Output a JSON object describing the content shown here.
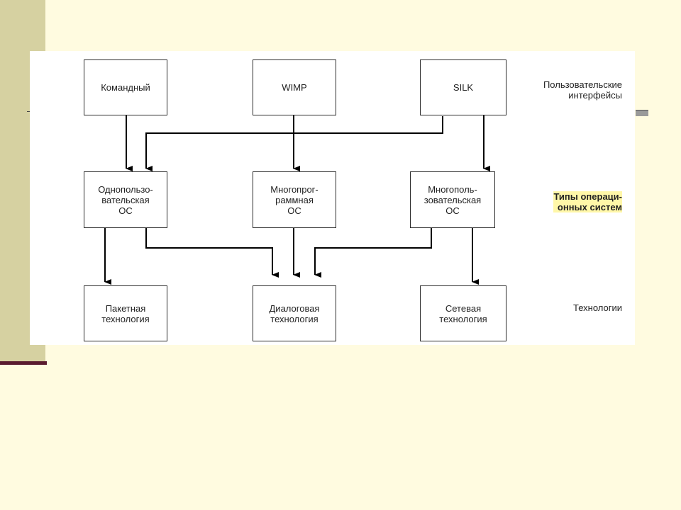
{
  "diagram": {
    "interfaces": {
      "command": "Командный",
      "wimp": "WIMP",
      "silk": "SILK",
      "label": "Пользовательские\nинтерфейсы"
    },
    "os_types": {
      "single_user": "Однопользо-\nвательская\nОС",
      "multi_program": "Многопрог-\nраммная\nОС",
      "multi_user": "Многополь-\nзовательская\nОС",
      "label": "Типы операци-\nонных систем"
    },
    "technologies": {
      "batch": "Пакетная\nтехнология",
      "dialog": "Диалоговая\nтехнология",
      "network": "Сетевая\nтехнология",
      "label": "Технологии"
    }
  }
}
